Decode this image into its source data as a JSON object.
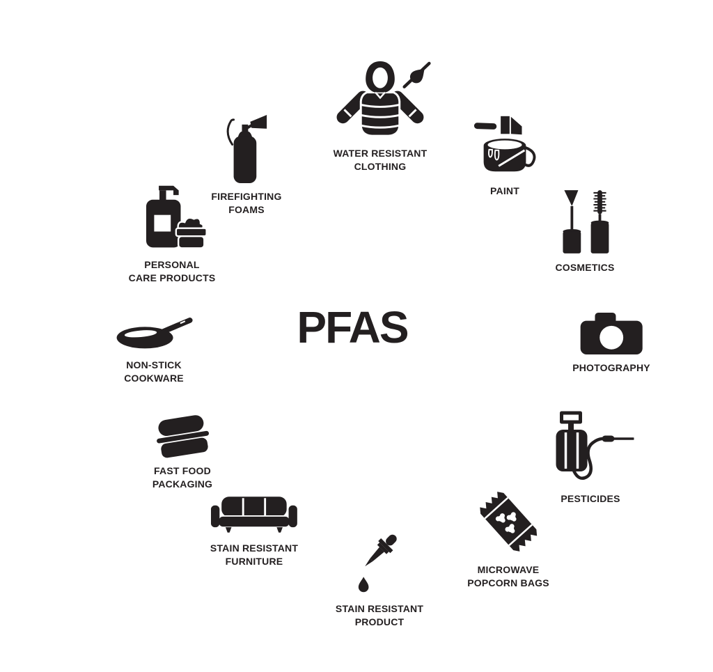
{
  "title": "PFAS",
  "colors": {
    "icon": "#231f20",
    "background": "#ffffff"
  },
  "items": [
    {
      "id": "water-resistant-clothing",
      "label": "WATER RESISTANT\nCLOTHING",
      "icon": "winter-jacket-water-repellent-icon"
    },
    {
      "id": "paint",
      "label": "PAINT",
      "icon": "paint-bucket-brush-icon"
    },
    {
      "id": "cosmetics",
      "label": "COSMETICS",
      "icon": "mascara-wands-icon"
    },
    {
      "id": "photography",
      "label": "PHOTOGRAPHY",
      "icon": "camera-icon"
    },
    {
      "id": "pesticides",
      "label": "PESTICIDES",
      "icon": "pesticide-sprayer-icon"
    },
    {
      "id": "microwave-popcorn-bags",
      "label": "MICROWAVE\nPOPCORN BAGS",
      "icon": "popcorn-bag-icon"
    },
    {
      "id": "stain-resistant-product",
      "label": "STAIN RESISTANT\nPRODUCT",
      "icon": "eyedropper-drop-icon"
    },
    {
      "id": "stain-resistant-furniture",
      "label": "STAIN RESISTANT\nFURNITURE",
      "icon": "sofa-icon"
    },
    {
      "id": "fast-food-packaging",
      "label": "FAST FOOD\nPACKAGING",
      "icon": "takeout-clamshell-icon"
    },
    {
      "id": "non-stick-cookware",
      "label": "NON-STICK\nCOOKWARE",
      "icon": "frying-pan-icon"
    },
    {
      "id": "personal-care-products",
      "label": "PERSONAL\nCARE PRODUCTS",
      "icon": "lotion-bottle-cream-jar-icon"
    },
    {
      "id": "firefighting-foams",
      "label": "FIREFIGHTING\nFOAMS",
      "icon": "fire-extinguisher-icon"
    }
  ]
}
